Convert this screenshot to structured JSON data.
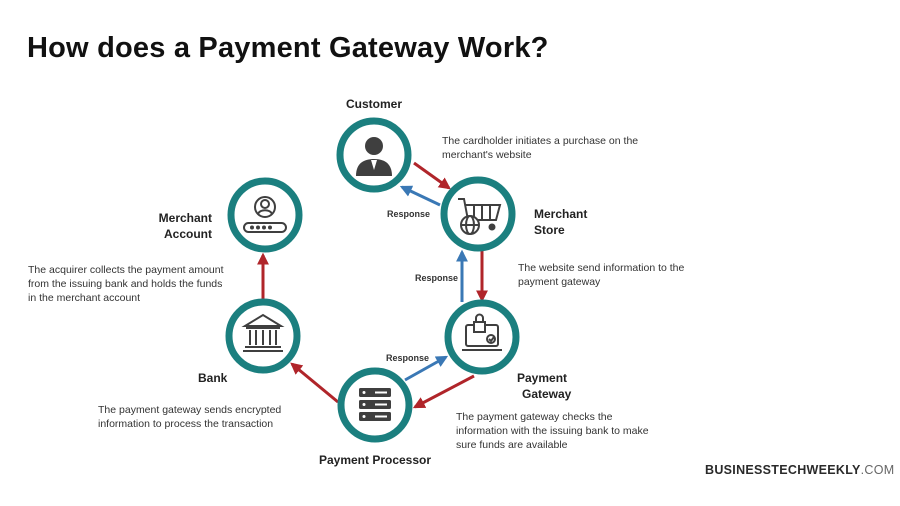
{
  "title": "How does a Payment Gateway Work?",
  "nodes": {
    "customer": {
      "label": "Customer",
      "icon": "customer-icon"
    },
    "merchant_store": {
      "label_line1": "Merchant",
      "label_line2": "Store",
      "icon": "shopping-cart-icon"
    },
    "payment_gateway": {
      "label_line1": "Payment",
      "label_line2": "Gateway",
      "icon": "secure-laptop-icon"
    },
    "payment_processor": {
      "label": "Payment Processor",
      "icon": "server-icon"
    },
    "bank": {
      "label": "Bank",
      "icon": "bank-icon"
    },
    "merchant_account": {
      "label_line1": "Merchant",
      "label_line2": "Account",
      "icon": "user-password-icon"
    }
  },
  "descriptions": {
    "customer": [
      "The cardholder initiates a purchase on the",
      "merchant's website"
    ],
    "merchant_store": [
      "The website send information to the",
      "payment gateway"
    ],
    "payment_gateway": [
      "The payment gateway checks the",
      "information with the issuing bank to make",
      "sure funds are available"
    ],
    "payment_processor": [
      "The payment gateway sends encrypted",
      "information to process the transaction"
    ],
    "merchant_account": [
      "The acquirer collects the payment amount",
      "from the issuing bank and holds the funds",
      "in the merchant account"
    ]
  },
  "responses": {
    "store_to_customer": "Response",
    "gateway_to_store": "Response",
    "processor_to_gateway": "Response"
  },
  "brand": {
    "main": "BUSINESSTECHWEEKLY",
    "suffix": ".COM"
  },
  "colors": {
    "ring": "#1b7f7f",
    "forward_arrow": "#b0252a",
    "response_arrow": "#3a78b5",
    "icon": "#3f3f3f"
  }
}
